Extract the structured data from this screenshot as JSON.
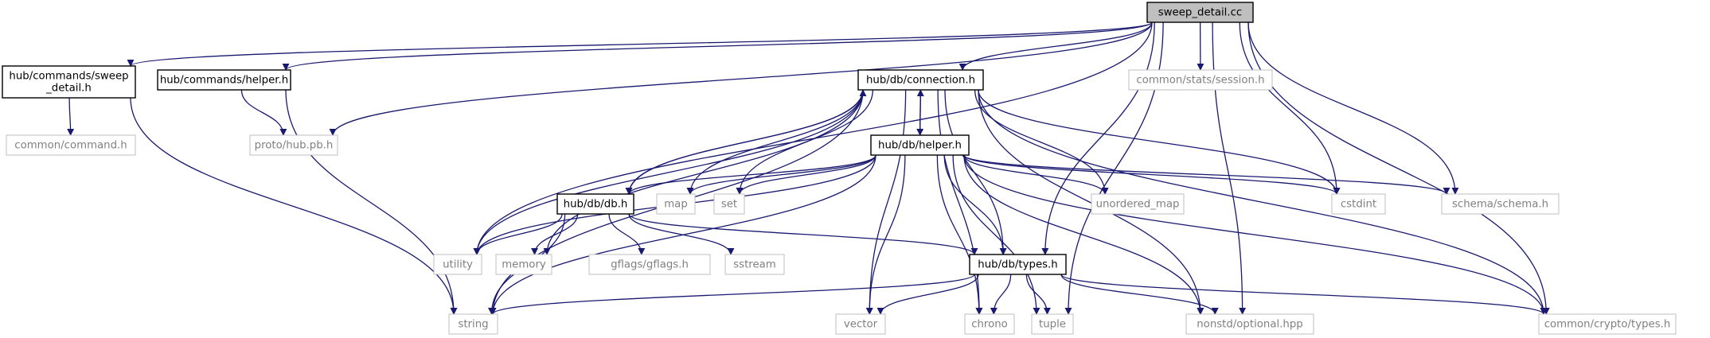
{
  "graph": {
    "colors": {
      "edge": "#191970",
      "root_fill": "#bfbfbf",
      "node_border": "#000000",
      "external_border": "#bfbfbf",
      "external_text": "#808080",
      "node_text": "#000000"
    },
    "nodes": [
      {
        "id": "sweep_detail_cc",
        "lines": [
          "sweep_detail.cc"
        ],
        "kind": "root"
      },
      {
        "id": "cmd_sweep_detail_h",
        "lines": [
          "hub/commands/sweep",
          "_detail.h"
        ],
        "kind": "local"
      },
      {
        "id": "cmd_helper_h",
        "lines": [
          "hub/commands/helper.h"
        ],
        "kind": "local"
      },
      {
        "id": "common_command_h",
        "lines": [
          "common/command.h"
        ],
        "kind": "external"
      },
      {
        "id": "proto_hub_pb_h",
        "lines": [
          "proto/hub.pb.h"
        ],
        "kind": "external"
      },
      {
        "id": "db_connection_h",
        "lines": [
          "hub/db/connection.h"
        ],
        "kind": "local"
      },
      {
        "id": "stats_session_h",
        "lines": [
          "common/stats/session.h"
        ],
        "kind": "external"
      },
      {
        "id": "db_helper_h",
        "lines": [
          "hub/db/helper.h"
        ],
        "kind": "local"
      },
      {
        "id": "db_db_h",
        "lines": [
          "hub/db/db.h"
        ],
        "kind": "local"
      },
      {
        "id": "map",
        "lines": [
          "map"
        ],
        "kind": "external"
      },
      {
        "id": "set",
        "lines": [
          "set"
        ],
        "kind": "external"
      },
      {
        "id": "unordered_map",
        "lines": [
          "unordered_map"
        ],
        "kind": "external"
      },
      {
        "id": "cstdint",
        "lines": [
          "cstdint"
        ],
        "kind": "external"
      },
      {
        "id": "schema_h",
        "lines": [
          "schema/schema.h"
        ],
        "kind": "external"
      },
      {
        "id": "utility",
        "lines": [
          "utility"
        ],
        "kind": "external"
      },
      {
        "id": "memory",
        "lines": [
          "memory"
        ],
        "kind": "external"
      },
      {
        "id": "gflags_h",
        "lines": [
          "gflags/gflags.h"
        ],
        "kind": "external"
      },
      {
        "id": "sstream",
        "lines": [
          "sstream"
        ],
        "kind": "external"
      },
      {
        "id": "db_types_h",
        "lines": [
          "hub/db/types.h"
        ],
        "kind": "local"
      },
      {
        "id": "string",
        "lines": [
          "string"
        ],
        "kind": "external"
      },
      {
        "id": "vector",
        "lines": [
          "vector"
        ],
        "kind": "external"
      },
      {
        "id": "chrono",
        "lines": [
          "chrono"
        ],
        "kind": "external"
      },
      {
        "id": "tuple",
        "lines": [
          "tuple"
        ],
        "kind": "external"
      },
      {
        "id": "optional_hpp",
        "lines": [
          "nonstd/optional.hpp"
        ],
        "kind": "external"
      },
      {
        "id": "crypto_types_h",
        "lines": [
          "common/crypto/types.h"
        ],
        "kind": "external"
      }
    ],
    "edges": [
      [
        "sweep_detail_cc",
        "cmd_sweep_detail_h"
      ],
      [
        "sweep_detail_cc",
        "cmd_helper_h"
      ],
      [
        "sweep_detail_cc",
        "proto_hub_pb_h"
      ],
      [
        "sweep_detail_cc",
        "db_connection_h"
      ],
      [
        "sweep_detail_cc",
        "stats_session_h"
      ],
      [
        "sweep_detail_cc",
        "utility"
      ],
      [
        "sweep_detail_cc",
        "cstdint"
      ],
      [
        "sweep_detail_cc",
        "schema_h"
      ],
      [
        "sweep_detail_cc",
        "db_types_h"
      ],
      [
        "sweep_detail_cc",
        "tuple"
      ],
      [
        "sweep_detail_cc",
        "optional_hpp"
      ],
      [
        "sweep_detail_cc",
        "crypto_types_h"
      ],
      [
        "cmd_sweep_detail_h",
        "common_command_h"
      ],
      [
        "cmd_sweep_detail_h",
        "string"
      ],
      [
        "cmd_helper_h",
        "proto_hub_pb_h"
      ],
      [
        "cmd_helper_h",
        "string"
      ],
      [
        "db_connection_h",
        "db_helper_h"
      ],
      [
        "db_connection_h",
        "db_db_h"
      ],
      [
        "db_connection_h",
        "map"
      ],
      [
        "db_connection_h",
        "set"
      ],
      [
        "db_connection_h",
        "unordered_map"
      ],
      [
        "db_connection_h",
        "cstdint"
      ],
      [
        "db_connection_h",
        "utility"
      ],
      [
        "db_connection_h",
        "memory"
      ],
      [
        "db_connection_h",
        "string"
      ],
      [
        "db_connection_h",
        "vector"
      ],
      [
        "db_connection_h",
        "db_types_h"
      ],
      [
        "db_connection_h",
        "chrono"
      ],
      [
        "db_connection_h",
        "optional_hpp"
      ],
      [
        "db_connection_h",
        "crypto_types_h"
      ],
      [
        "db_helper_h",
        "db_connection_h"
      ],
      [
        "db_helper_h",
        "db_db_h"
      ],
      [
        "db_helper_h",
        "map"
      ],
      [
        "db_helper_h",
        "set"
      ],
      [
        "db_helper_h",
        "unordered_map"
      ],
      [
        "db_helper_h",
        "cstdint"
      ],
      [
        "db_helper_h",
        "schema_h"
      ],
      [
        "db_helper_h",
        "utility"
      ],
      [
        "db_helper_h",
        "string"
      ],
      [
        "db_helper_h",
        "vector"
      ],
      [
        "db_helper_h",
        "chrono"
      ],
      [
        "db_helper_h",
        "tuple"
      ],
      [
        "db_helper_h",
        "db_types_h"
      ],
      [
        "db_helper_h",
        "optional_hpp"
      ],
      [
        "db_helper_h",
        "crypto_types_h"
      ],
      [
        "db_db_h",
        "db_connection_h"
      ],
      [
        "db_db_h",
        "utility"
      ],
      [
        "db_db_h",
        "memory"
      ],
      [
        "db_db_h",
        "gflags_h"
      ],
      [
        "db_db_h",
        "sstream"
      ],
      [
        "db_db_h",
        "string"
      ],
      [
        "db_db_h",
        "db_types_h"
      ],
      [
        "db_types_h",
        "string"
      ],
      [
        "db_types_h",
        "vector"
      ],
      [
        "db_types_h",
        "chrono"
      ],
      [
        "db_types_h",
        "tuple"
      ],
      [
        "db_types_h",
        "optional_hpp"
      ],
      [
        "db_types_h",
        "crypto_types_h"
      ]
    ]
  }
}
